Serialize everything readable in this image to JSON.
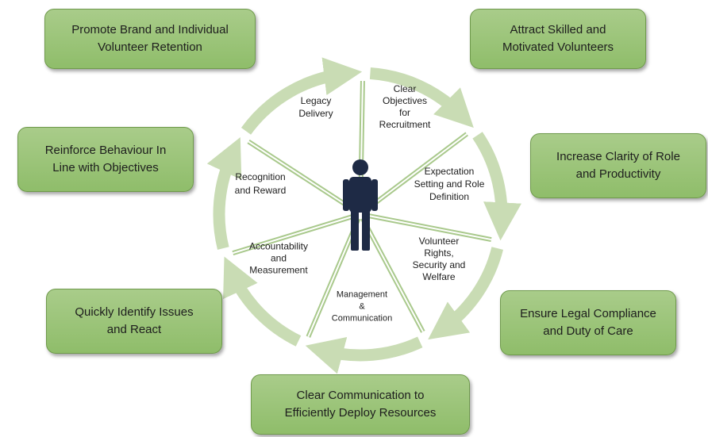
{
  "outcomes": {
    "promote_brand": "Promote Brand and Individual\nVolunteer Retention",
    "attract_skilled": "Attract Skilled and\nMotivated Volunteers",
    "increase_clarity": "Increase Clarity of Role\nand Productivity",
    "ensure_legal": "Ensure Legal Compliance\nand Duty of Care",
    "clear_communication": "Clear Communication to\nEfficiently Deploy Resources",
    "quickly_identify": "Quickly Identify Issues\nand React",
    "reinforce_behaviour": "Reinforce Behaviour In\nLine with Objectives"
  },
  "segments": {
    "legacy": "Legacy\nDelivery",
    "objectives": "Clear\nObjectives\nfor\nRecruitment",
    "expectation": "Expectation\nSetting and Role\nDefinition",
    "rights": "Volunteer\nRights,\nSecurity and\nWelfare",
    "management": "Management\n&\nCommunication",
    "accountability": "Accountability\nand\nMeasurement",
    "recognition": "Recognition\nand Reward"
  },
  "colors": {
    "box_fill": "#9cc57a",
    "ring": "#c9dcb4",
    "spoke": "#a9c98c",
    "person": "#1e2a45"
  },
  "icons": {
    "center": "person-icon"
  }
}
